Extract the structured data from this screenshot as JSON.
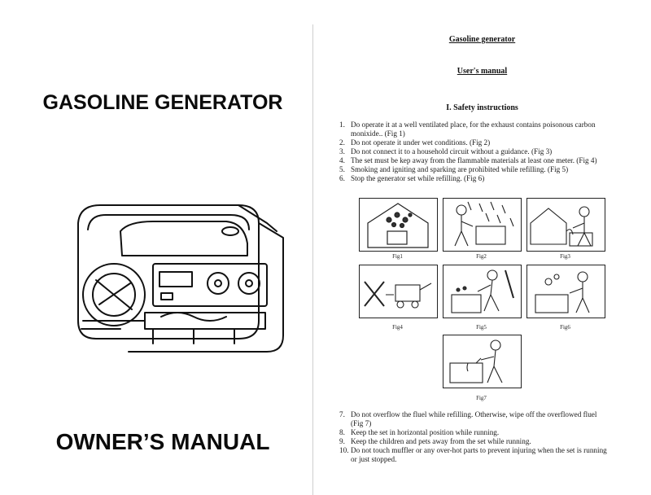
{
  "cover": {
    "title": "GASOLINE GENERATOR",
    "subtitle": "OWNER’S MANUAL",
    "illustration": "generator-line-drawing"
  },
  "manual": {
    "heading": "Gasoline generator",
    "subheading": "User's manual",
    "section_title": "I. Safety instructions",
    "instructions_part1": [
      {
        "num": "1.",
        "text": "Do operate it at a well ventilated place, for the exhaust contains poisonous carbon",
        "cont": "monixide.. (Fig 1)"
      },
      {
        "num": "2.",
        "text": "Do not operate it under wet conditions. (Fig 2)"
      },
      {
        "num": "3.",
        "text": "Do not connect it  to a household circuit without a guidance. (Fig 3)"
      },
      {
        "num": "4.",
        "text": "The set must be kep away from the flammable materials at least one meter. (Fig 4)"
      },
      {
        "num": "5.",
        "text": "Smoking and igniting and sparking are prohibited while refilling. (Fig 5)"
      },
      {
        "num": "6.",
        "text": "Stop the generator set while refilling. (Fig 6)"
      }
    ],
    "figures": [
      {
        "label": "Fig1",
        "icon": "generator-in-house-with-fumes"
      },
      {
        "label": "Fig2",
        "icon": "generator-in-rain"
      },
      {
        "label": "Fig3",
        "icon": "house-wiring-connection"
      },
      {
        "label": "Fig4",
        "icon": "flammable-materials-distance"
      },
      {
        "label": "Fig5",
        "icon": "no-smoking-refilling"
      },
      {
        "label": "Fig6",
        "icon": "stop-engine-refilling"
      },
      {
        "label": "Fig7",
        "icon": "fuel-overflow"
      }
    ],
    "instructions_part2": [
      {
        "num": "7.",
        "text": "Do not overflow the fluel while refilling. Otherwise, wipe off the overflowed fluel",
        "cont": "(Fig 7)"
      },
      {
        "num": "8.",
        "text": "Keep the set in horizontal position while running."
      },
      {
        "num": "9.",
        "text": "Keep the children and pets away from the set while running."
      },
      {
        "num": "10.",
        "text": "Do not touch muffler or any over-hot parts to prevent injuring when the set is running",
        "cont": "or just stopped."
      }
    ]
  }
}
